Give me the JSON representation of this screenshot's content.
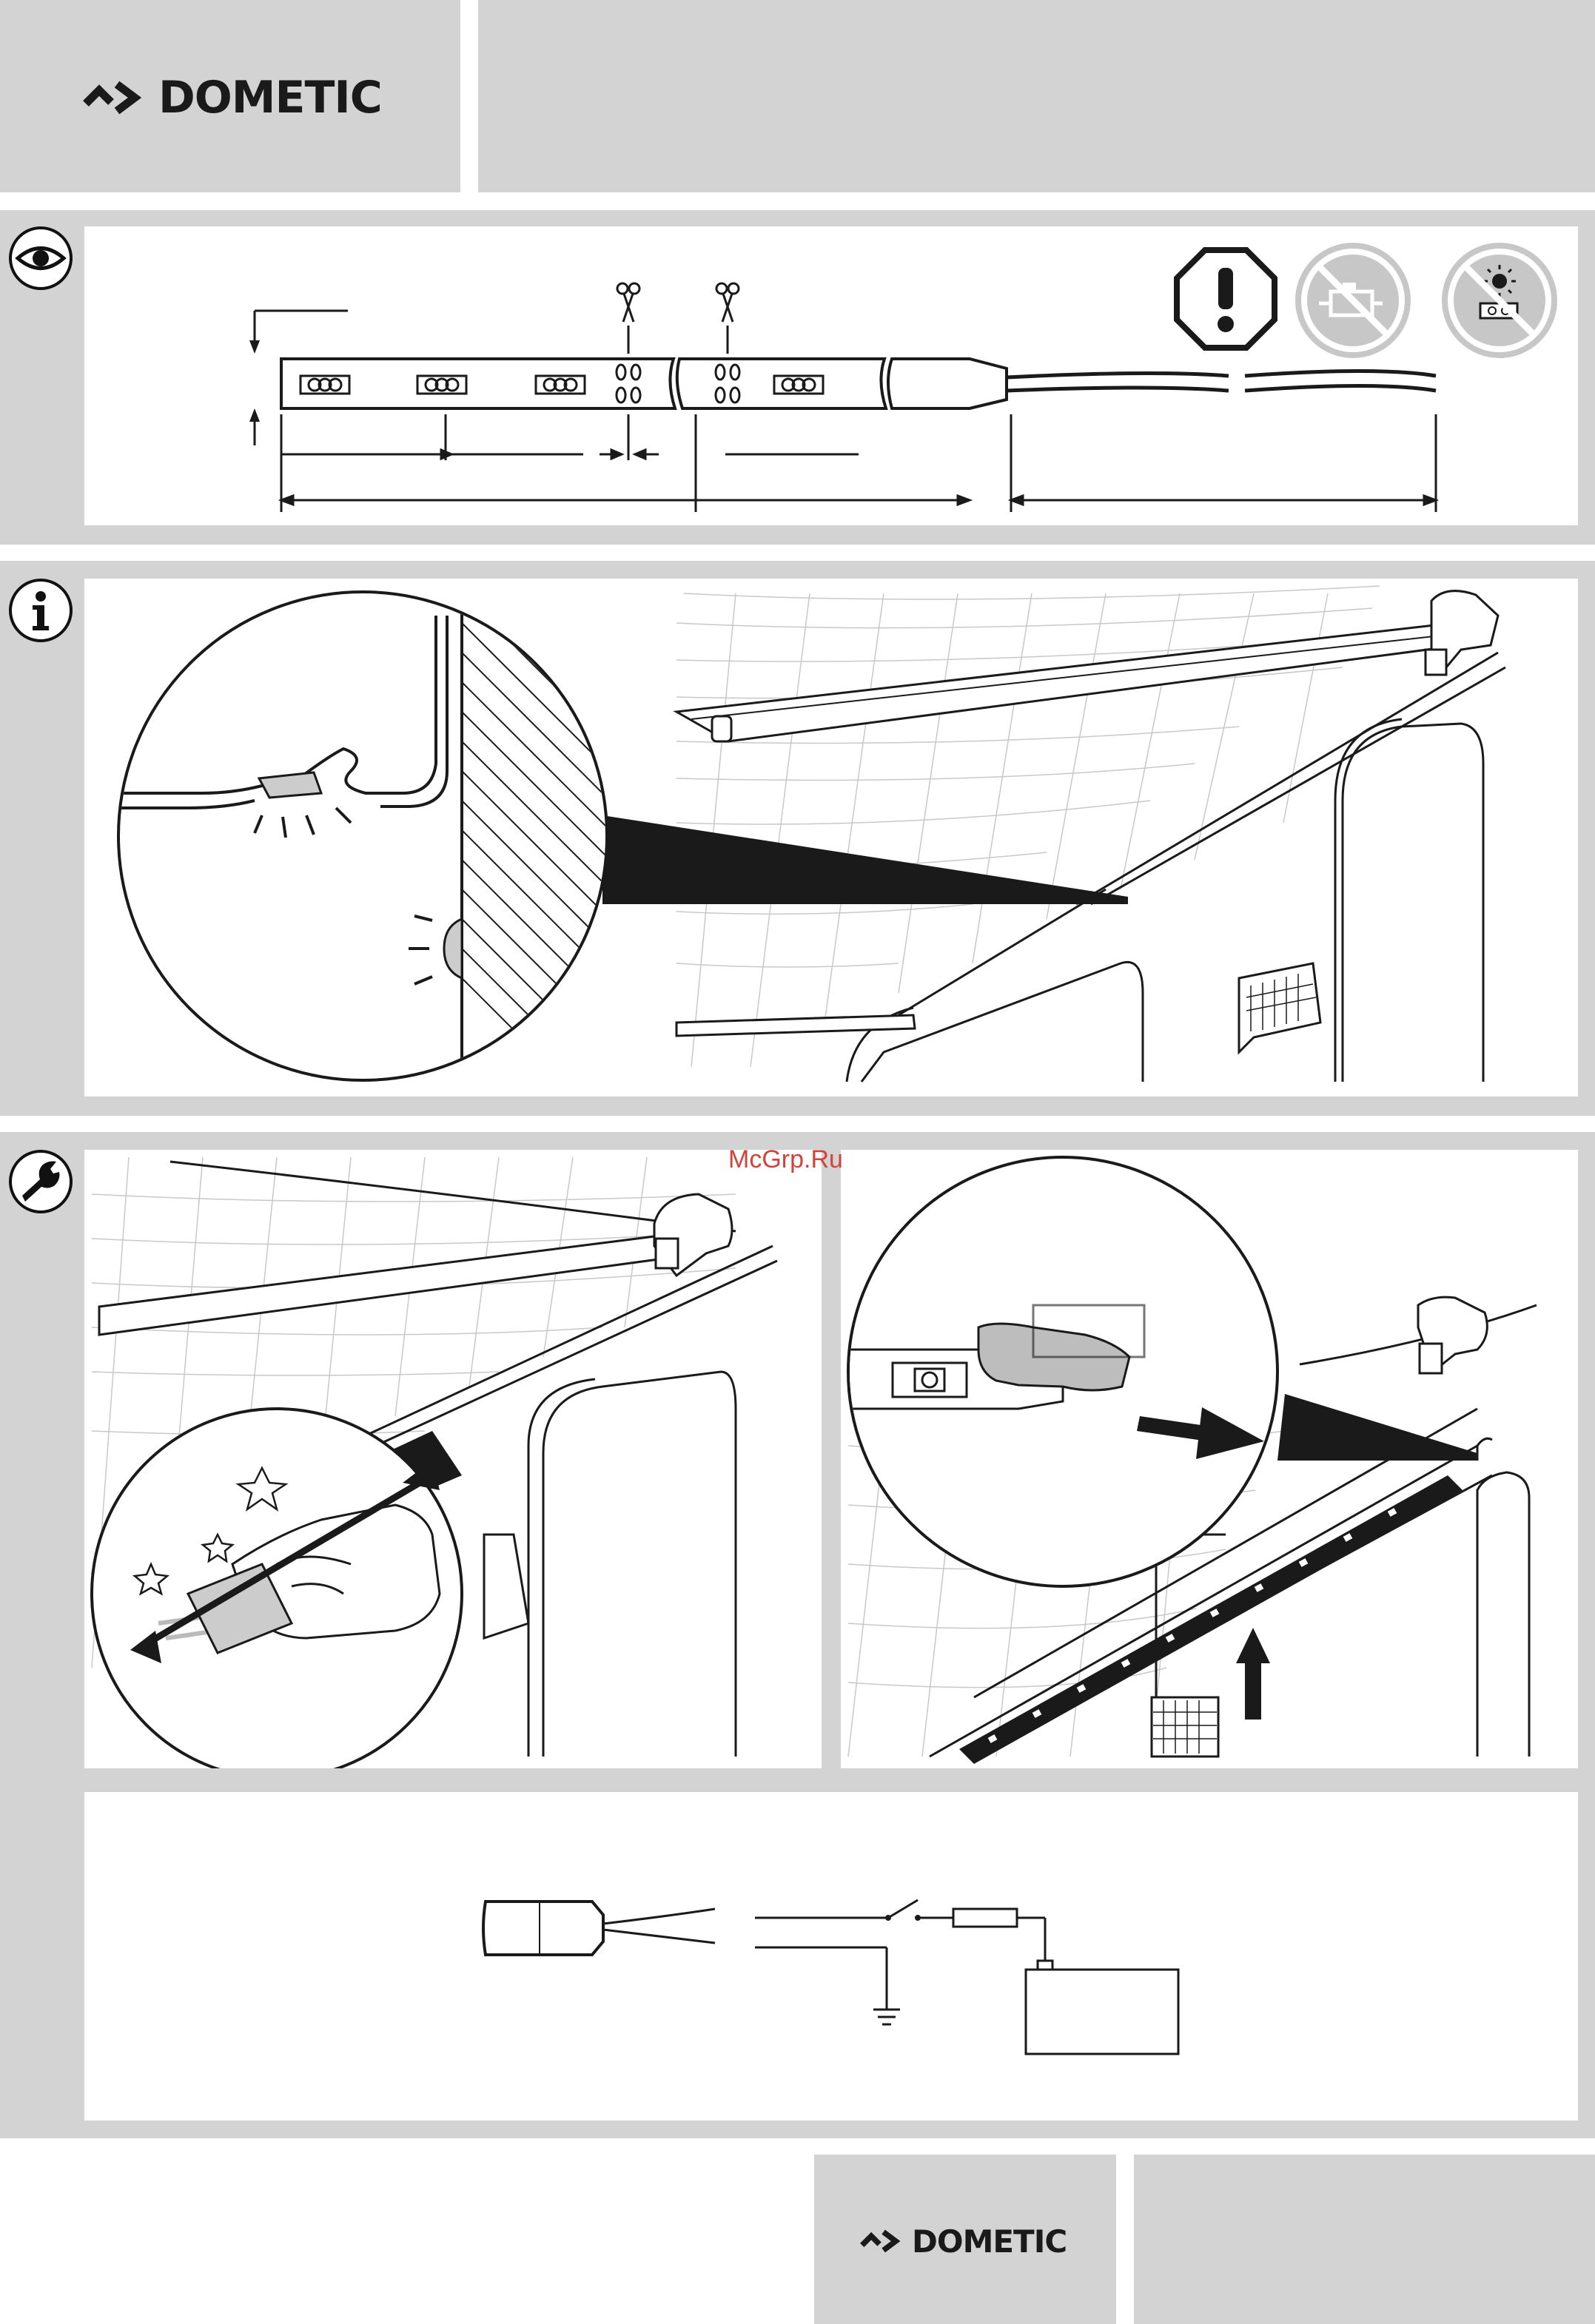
{
  "brand": {
    "name": "DOMETIC"
  },
  "watermark": {
    "text": "McGrp.Ru"
  },
  "sections": [
    {
      "id": "overview",
      "icon": "eye-icon"
    },
    {
      "id": "information",
      "icon": "info-icon"
    },
    {
      "id": "installation",
      "icon": "wrench-icon"
    }
  ],
  "overview": {
    "warning_icons": [
      "exclamation-octagon-icon",
      "no-engine-cleaner-icon",
      "no-sunlight-icon"
    ]
  },
  "colors": {
    "panel_gray": "#d3d3d4",
    "line": "#1a1a1a",
    "watermark": "#d2433a"
  }
}
